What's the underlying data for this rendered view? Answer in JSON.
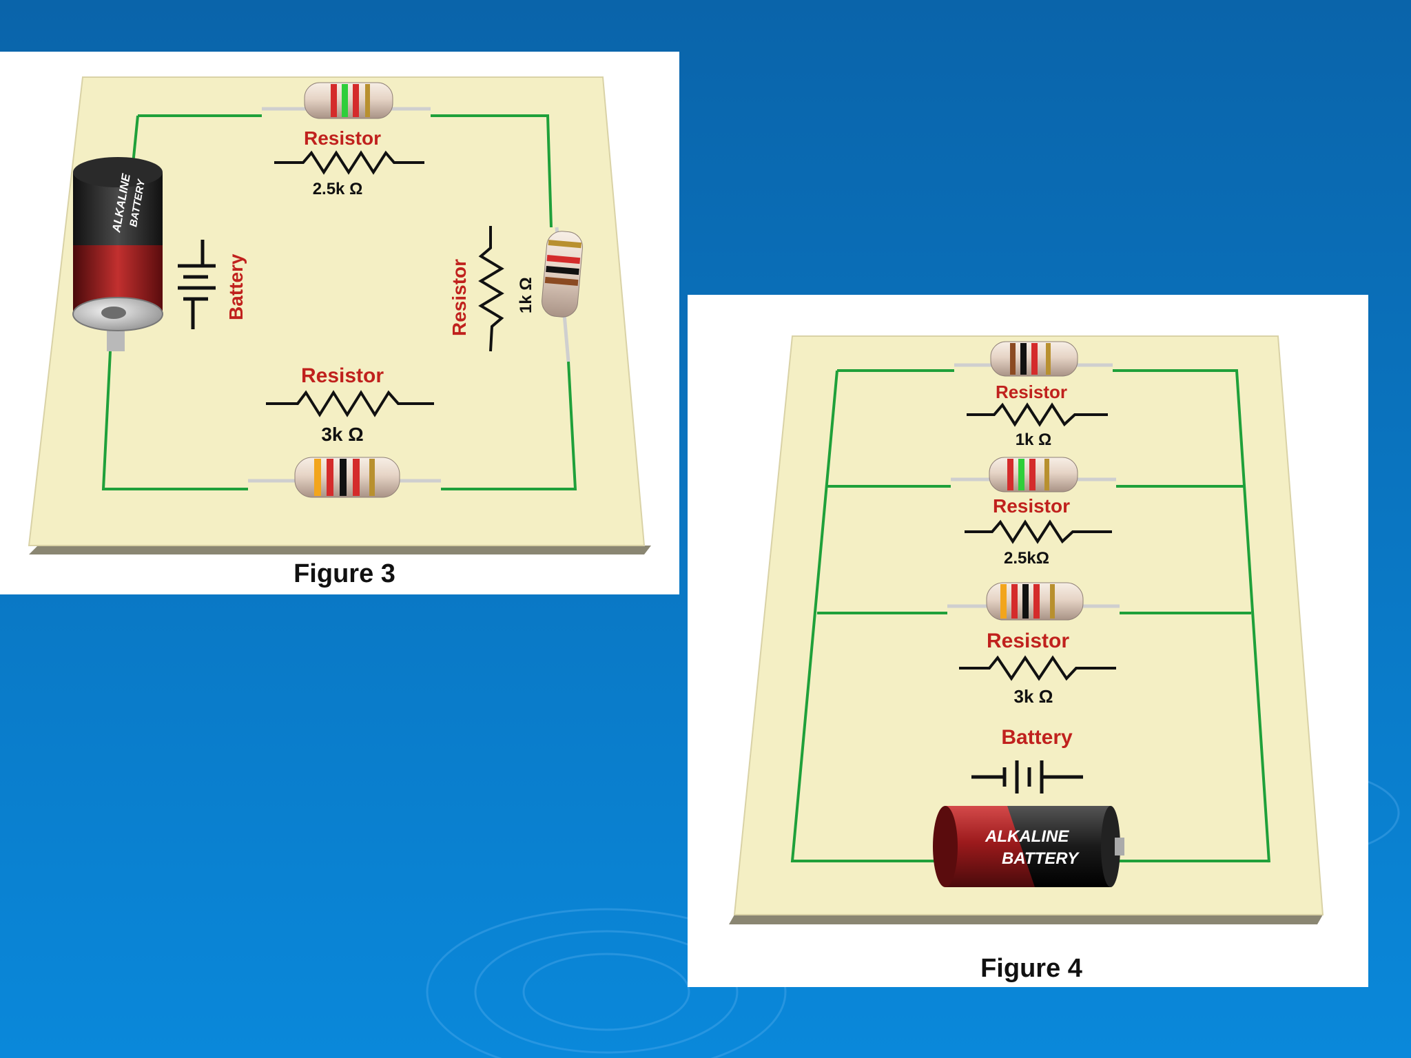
{
  "colors": {
    "background_top": "#0a66ac",
    "background_bottom": "#0a86d8",
    "board": "#f4efc4",
    "wire": "#1fa03a",
    "label_red": "#c0211d",
    "ink": "#111111"
  },
  "figure3": {
    "caption": "Figure 3",
    "battery_label": "Battery",
    "battery_text_line1": "ALKALINE",
    "battery_text_line2": "BATTERY",
    "resistors": [
      {
        "label": "Resistor",
        "value": "2.5k Ω"
      },
      {
        "label": "Resistor",
        "value": "1k Ω"
      },
      {
        "label": "Resistor",
        "value": "3k  Ω"
      }
    ]
  },
  "figure4": {
    "caption": "Figure 4",
    "battery_label": "Battery",
    "battery_text_line1": "ALKALINE",
    "battery_text_line2": "BATTERY",
    "resistors": [
      {
        "label": "Resistor",
        "value": "1k Ω"
      },
      {
        "label": "Resistor",
        "value": "2.5kΩ"
      },
      {
        "label": "Resistor",
        "value": "3k Ω"
      }
    ]
  }
}
